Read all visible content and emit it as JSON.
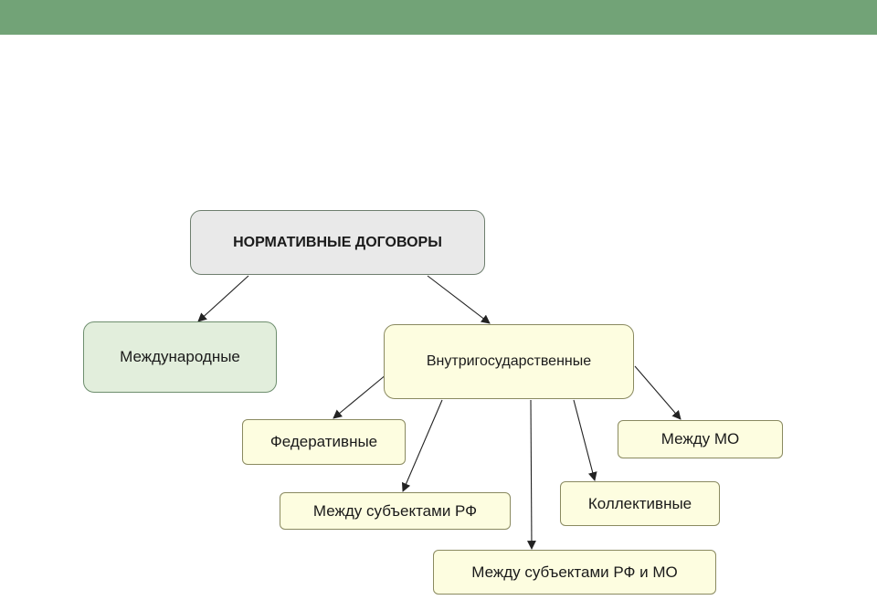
{
  "colors": {
    "header_bar": "#72a377",
    "root_fill": "#e9e9e9",
    "international_fill": "#e2eedc",
    "domestic_fill": "#fdfde0"
  },
  "diagram": {
    "root": "НОРМАТИВНЫЕ ДОГОВОРЫ",
    "international": "Международные",
    "domestic": "Внутригосударственные",
    "federative": "Федеративные",
    "between_subjects": "Между субъектами РФ",
    "between_subjects_mo": "Между субъектами РФ и МО",
    "collective": "Коллективные",
    "between_mo": "Между МО"
  }
}
